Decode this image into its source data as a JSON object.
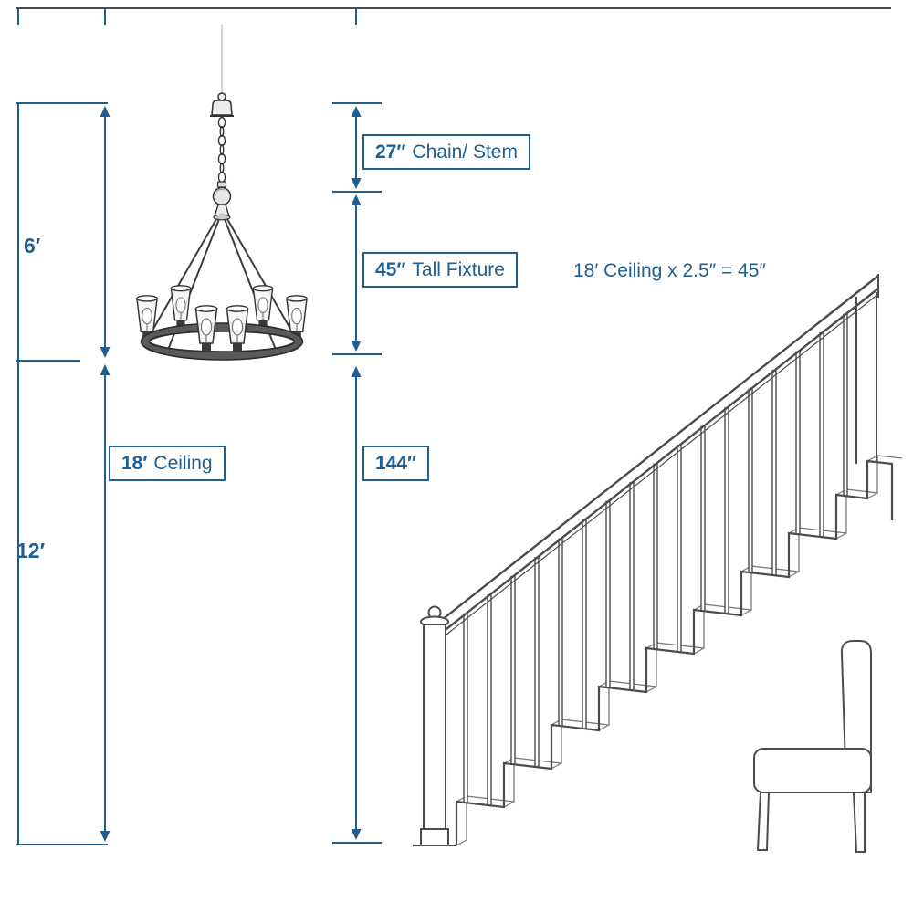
{
  "accent_color": "#1f5e8f",
  "diagram": {
    "chain_dimension": {
      "value": "27″",
      "label": "Chain/ Stem"
    },
    "fixture_dimension": {
      "value": "45″",
      "label": "Tall Fixture"
    },
    "formula_note": "18′ Ceiling x 2.5″ = 45″",
    "ceiling_dimension": {
      "value": "18′",
      "label": "Ceiling"
    },
    "hang_dimension": {
      "value": "144″"
    },
    "upper_segment": "6′",
    "lower_segment": "12′"
  }
}
